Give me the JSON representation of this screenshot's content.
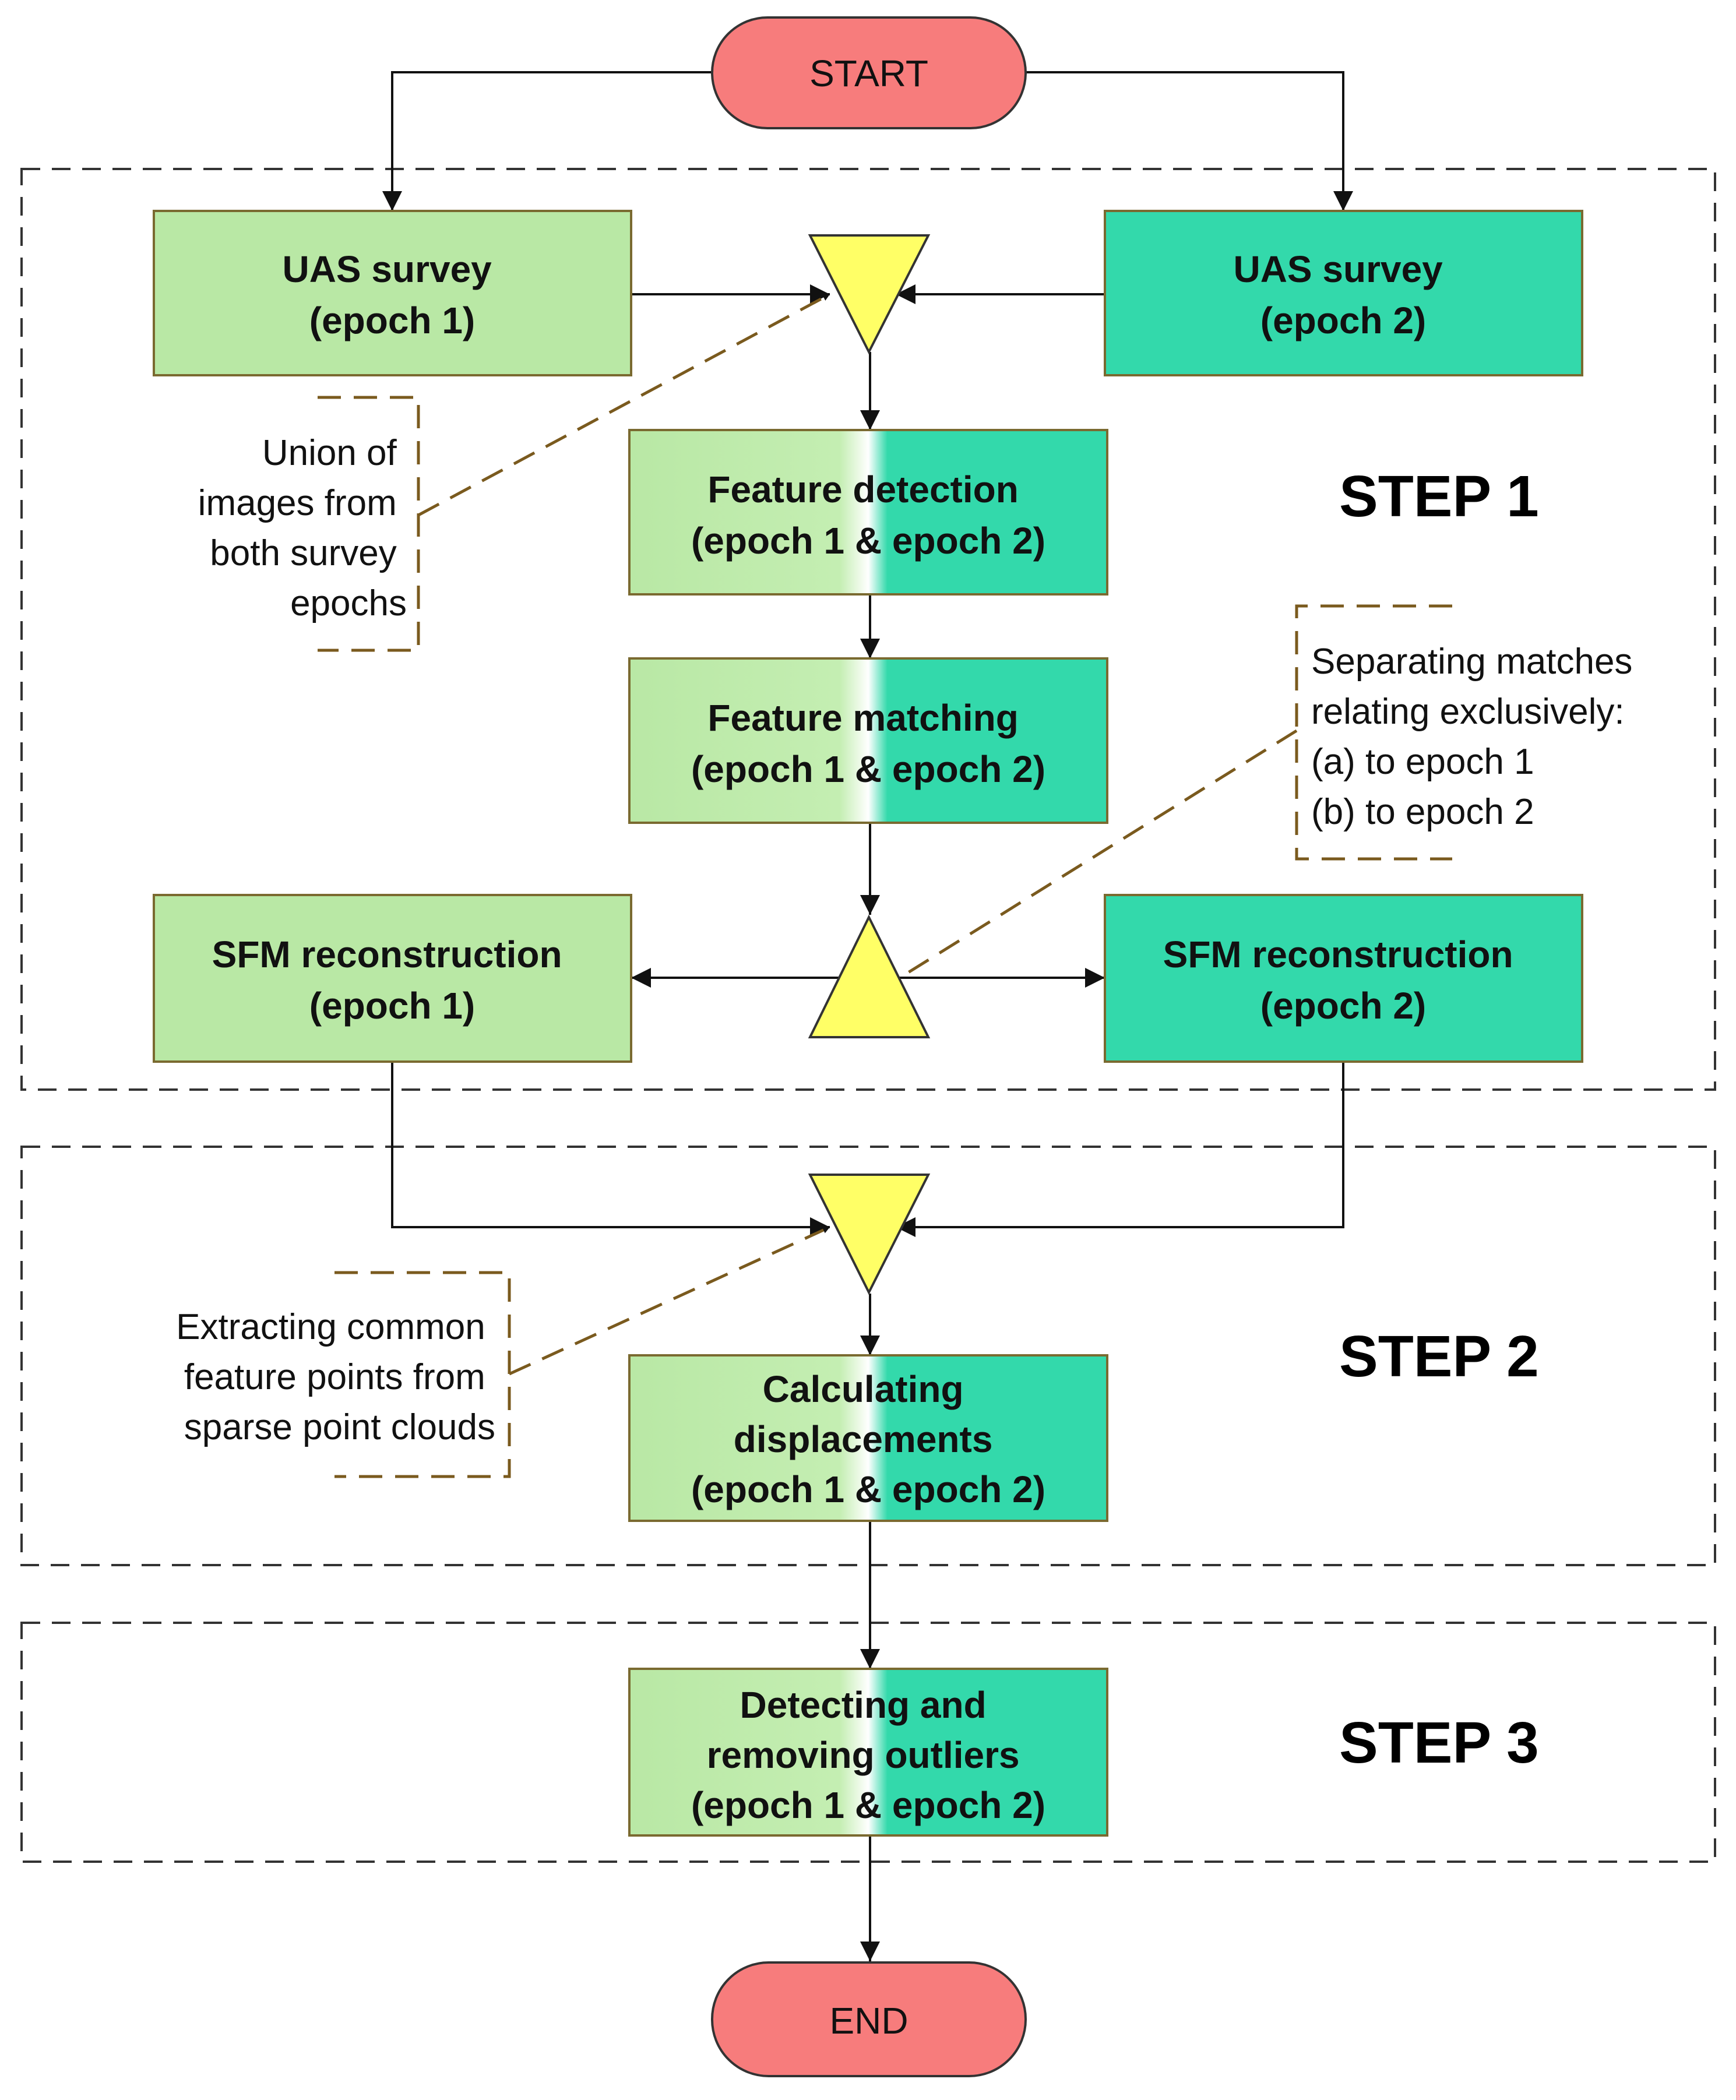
{
  "terminals": {
    "start": "START",
    "end": "END"
  },
  "steps": {
    "step1": "STEP 1",
    "step2": "STEP 2",
    "step3": "STEP 3"
  },
  "boxes": {
    "uas1": [
      "UAS survey",
      "(epoch 1)"
    ],
    "uas2": [
      "UAS survey",
      "(epoch 2)"
    ],
    "feature_detection": [
      "Feature detection",
      "(epoch 1 & epoch 2)"
    ],
    "feature_matching": [
      "Feature matching",
      "(epoch 1 & epoch 2)"
    ],
    "sfm1": [
      "SFM reconstruction",
      "(epoch 1)"
    ],
    "sfm2": [
      "SFM reconstruction",
      "(epoch 2)"
    ],
    "displacements": [
      "Calculating",
      "displacements",
      "(epoch 1 & epoch 2)"
    ],
    "outliers": [
      "Detecting and",
      "removing outliers",
      "(epoch 1 & epoch 2)"
    ]
  },
  "notes": {
    "union": [
      "Union of",
      "images from",
      "both survey",
      "epochs"
    ],
    "separating": [
      "Separating matches",
      "relating exclusively:",
      "(a) to epoch 1",
      "(b) to epoch 2"
    ],
    "extracting": [
      "Extracting common",
      "feature points from",
      "sparse point clouds"
    ]
  },
  "colors": {
    "epoch1_fill": "#b9e8a5",
    "epoch2_fill": "#33d9ab",
    "terminal_fill": "#f77c7c",
    "merge_fill": "#ffff66",
    "note_line": "#7a5a1e"
  }
}
